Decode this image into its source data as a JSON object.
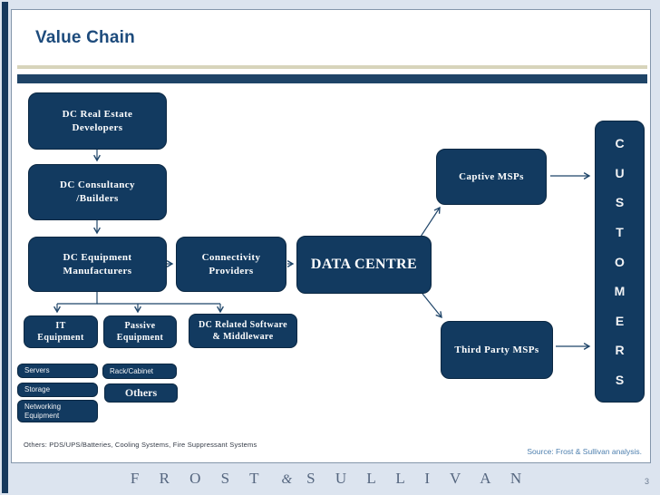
{
  "slide": {
    "title": "Value Chain",
    "footnote": "Others: PDS/UPS/Batteries, Cooling Systems, Fire Suppressant Systems",
    "source": "Source: Frost & Sullivan analysis.",
    "page_number": "3"
  },
  "footer": {
    "logo_frost": "F R O S T",
    "logo_ampersand": "&",
    "logo_sullivan": "S U L L I V A N"
  },
  "diagram": {
    "boxes": {
      "real_estate": "DC Real Estate\nDevelopers",
      "consultancy": "DC Consultancy\n/Builders",
      "equipment": "DC Equipment\nManufacturers",
      "connectivity": "Connectivity\nProviders",
      "data_centre": "DATA CENTRE",
      "captive_msps": "Captive MSPs",
      "third_party_msps": "Third Party MSPs",
      "it_equipment": "IT\nEquipment",
      "passive_equipment": "Passive\nEquipment",
      "dc_software": "DC Related Software\n& Middleware",
      "servers": "Servers",
      "storage": "Storage",
      "networking": "Networking\nEquipment",
      "rack_cabinet": "Rack/Cabinet",
      "others": "Others"
    },
    "customers": {
      "letters": [
        "C",
        "U",
        "S",
        "T",
        "O",
        "M",
        "E",
        "R",
        "S"
      ]
    }
  },
  "colors": {
    "box_navy": "#123a60",
    "accent_navy": "#1f4467",
    "tan_rule": "#d7d4bb",
    "title_navy": "#1d4b7c",
    "arrow_navy": "#1f4569",
    "source_blue": "#4d7fae",
    "page_background": "#dce4ef"
  }
}
